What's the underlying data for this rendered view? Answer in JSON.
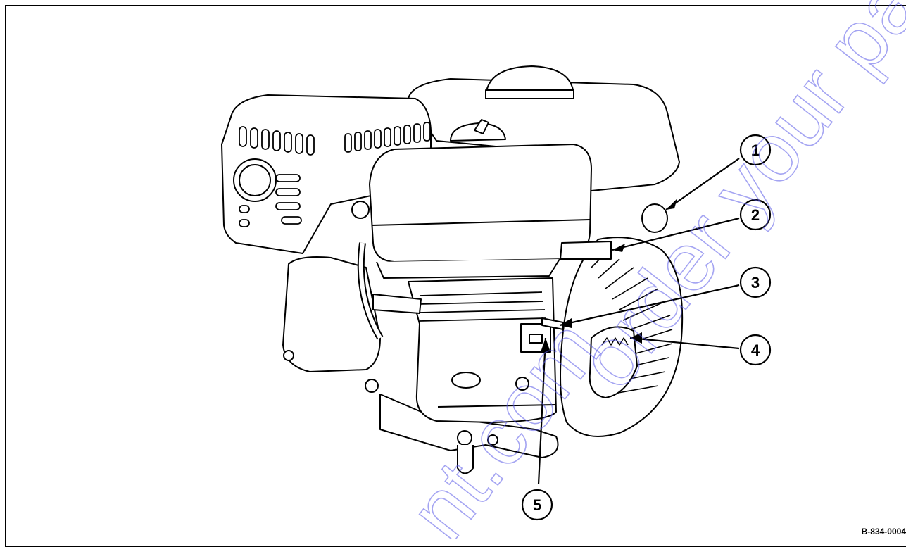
{
  "callouts": [
    {
      "label": "1"
    },
    {
      "label": "2"
    },
    {
      "label": "3"
    },
    {
      "label": "4"
    },
    {
      "label": "5"
    }
  ],
  "figure_code": "B-834-0004",
  "watermark": "order your pa",
  "watermark_bottom": "nt.com",
  "colors": {
    "line": "#000000",
    "watermark": "#5a5ae8"
  }
}
